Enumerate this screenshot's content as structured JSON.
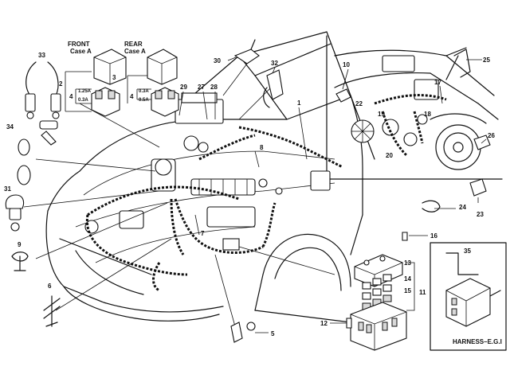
{
  "relay_box": {
    "front_label": "FRONT",
    "front_case": "Case A",
    "rear_label": "REAR",
    "rear_case": "Case A",
    "front_rating_1": "1.25A",
    "front_rating_2": "0.3A",
    "rear_rating_1": "0.3A",
    "rear_rating_2": "0.5A"
  },
  "inset": {
    "caption": "HARNESS–E.G.I"
  },
  "part_numbers": {
    "p2": "2",
    "p3": "3",
    "p4a": "4",
    "p4b": "4",
    "p5": "5",
    "p6": "6",
    "p7": "7",
    "p8": "8",
    "p9": "9",
    "p10": "10",
    "p11": "11",
    "p12": "12",
    "p13": "13",
    "p14": "14",
    "p15": "15",
    "p16": "16",
    "p17": "17",
    "p18": "18",
    "p19": "19",
    "p20": "20",
    "p22": "22",
    "p23": "23",
    "p24": "24",
    "p25": "25",
    "p26": "26",
    "p27": "27",
    "p28": "28",
    "p29": "29",
    "p30": "30",
    "p31": "31",
    "p32": "32",
    "p33": "33",
    "p34": "34",
    "p35": "35",
    "p1": "1"
  }
}
